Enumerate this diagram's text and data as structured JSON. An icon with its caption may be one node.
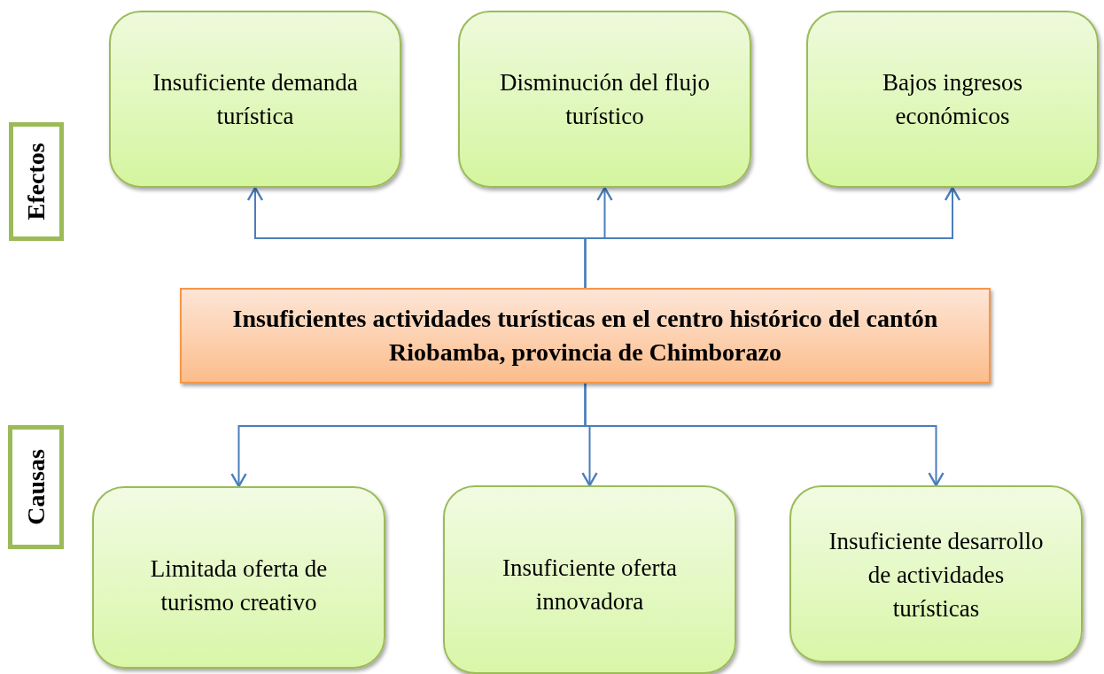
{
  "diagram": {
    "nodes": [
      {
        "text": [
          "Insuficiente demanda turística"
        ]
      },
      {
        "text": [
          "Disminución del flujo turístico"
        ]
      },
      {
        "text": [
          "Bajos ingresos económicos"
        ]
      },
      {
        "text": [
          "Efectos"
        ]
      },
      {
        "text": [
          "Insuficientes actividades turísticas en el centro histórico del cantón Riobamba, provincia de Chimborazo"
        ]
      },
      {
        "text": [
          "Causas"
        ]
      },
      {
        "text": [
          "Limitada oferta de turismo creativo"
        ]
      },
      {
        "text": [
          "Insuficiente oferta innovadora"
        ]
      },
      {
        "text": [
          "Insuficiente desarrollo de actividades turísticas"
        ]
      }
    ],
    "edges": [
      {
        "from": 4,
        "to": 0,
        "arrow": "to"
      },
      {
        "from": 4,
        "to": 1,
        "arrow": "to"
      },
      {
        "from": 4,
        "to": 2,
        "arrow": "to"
      },
      {
        "from": 4,
        "to": 6,
        "arrow": "to"
      },
      {
        "from": 4,
        "to": 7,
        "arrow": "to"
      },
      {
        "from": 4,
        "to": 8,
        "arrow": "to"
      }
    ]
  }
}
